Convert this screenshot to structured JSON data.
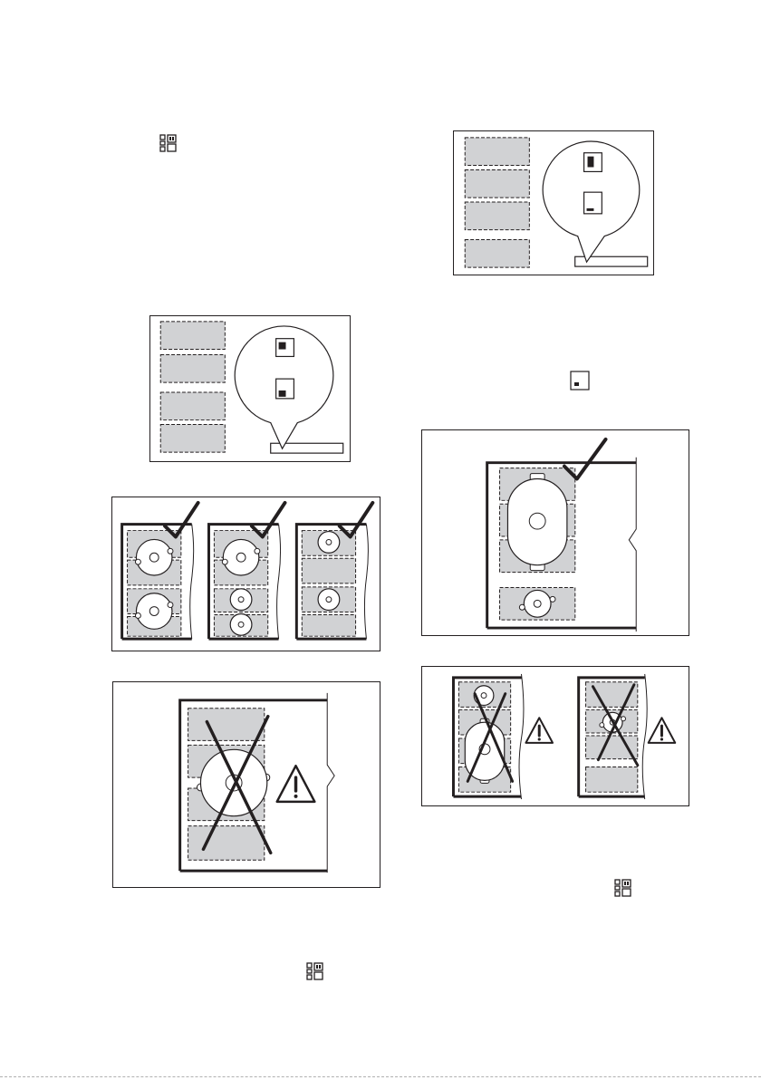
{
  "page": {
    "background": "#ffffff",
    "line_color": "#231f20",
    "zone_fill": "#d1d2d4",
    "check_color": "#231f20"
  },
  "icons": {
    "bridge_symbol": "bridge-zone-symbol-icon",
    "power_level_low": "power-level-low-icon",
    "power_level_high": "power-level-high-icon",
    "checkmark": "checkmark-icon",
    "cross": "cross-mark-icon",
    "warning": "warning-triangle-icon"
  },
  "figures": {
    "control_panel_top_right": {
      "indicator_upper": "high",
      "indicator_lower": "low"
    },
    "control_panel_left": {
      "indicator_upper": "medium",
      "indicator_lower": "medium"
    },
    "correct_pot_placement": {
      "result": "correct",
      "variants": 3
    },
    "oval_pan_placement": {
      "result": "correct"
    },
    "wrong_large_pot": {
      "result": "incorrect"
    },
    "wrong_placements": {
      "result": "incorrect",
      "variants": 2
    }
  }
}
